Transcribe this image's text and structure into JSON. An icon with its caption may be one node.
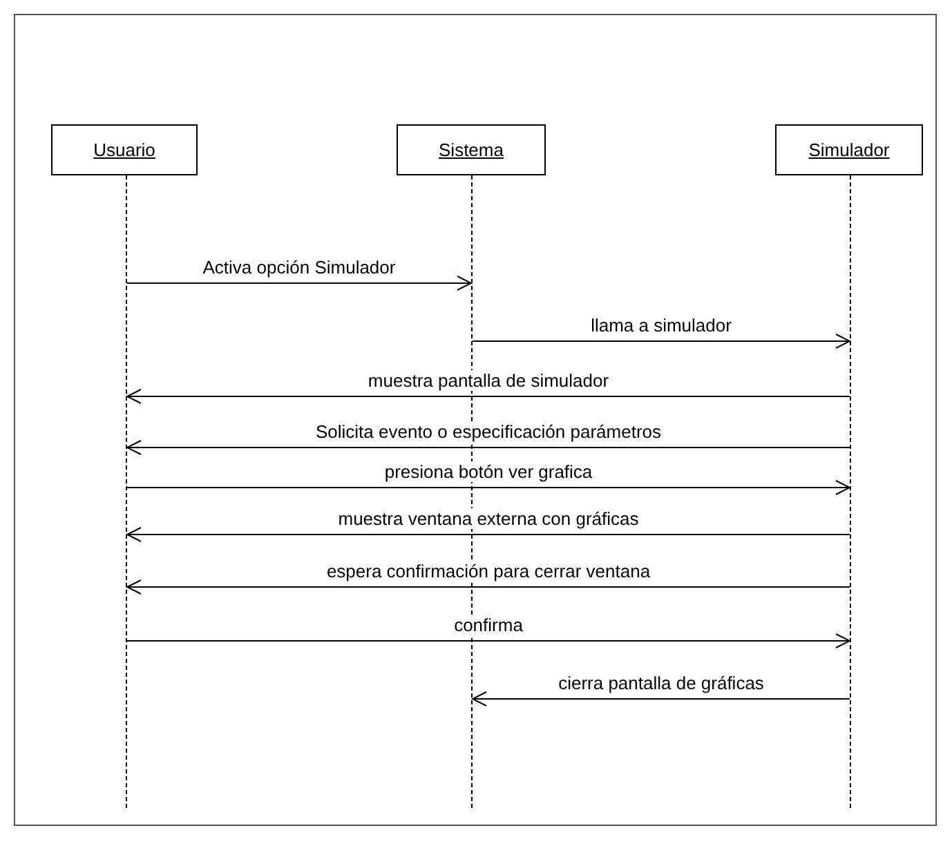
{
  "diagram": {
    "nodes": [
      {
        "text": [
          "Usuario"
        ]
      },
      {
        "text": [
          "Sistema"
        ]
      },
      {
        "text": [
          "Simulador"
        ]
      },
      {
        "text": [],
        "shape": "bar"
      },
      {
        "text": [],
        "shape": "bar"
      },
      {
        "text": [],
        "shape": "bar"
      }
    ],
    "edges": [
      {
        "from": 3,
        "to": 4,
        "arrow": "to",
        "label": "Activa opción Simulador"
      },
      {
        "from": 4,
        "to": 5,
        "arrow": "to",
        "label": "llama a simulador"
      },
      {
        "from": 5,
        "to": 3,
        "arrow": "to",
        "label": "muestra pantalla de simulador"
      },
      {
        "from": 5,
        "to": 3,
        "arrow": "to",
        "label": "Solicita evento o especificación parámetros"
      },
      {
        "from": 3,
        "to": 5,
        "arrow": "to",
        "label": "presiona botón ver grafica"
      },
      {
        "from": 5,
        "to": 3,
        "arrow": "to",
        "label": "muestra ventana externa con gráficas"
      },
      {
        "from": 5,
        "to": 3,
        "arrow": "to",
        "label": "espera confirmación para cerrar ventana"
      },
      {
        "from": 3,
        "to": 5,
        "arrow": "to",
        "label": "confirma"
      },
      {
        "from": 5,
        "to": 4,
        "arrow": "to",
        "label": "cierra pantalla de gráficas"
      }
    ]
  }
}
